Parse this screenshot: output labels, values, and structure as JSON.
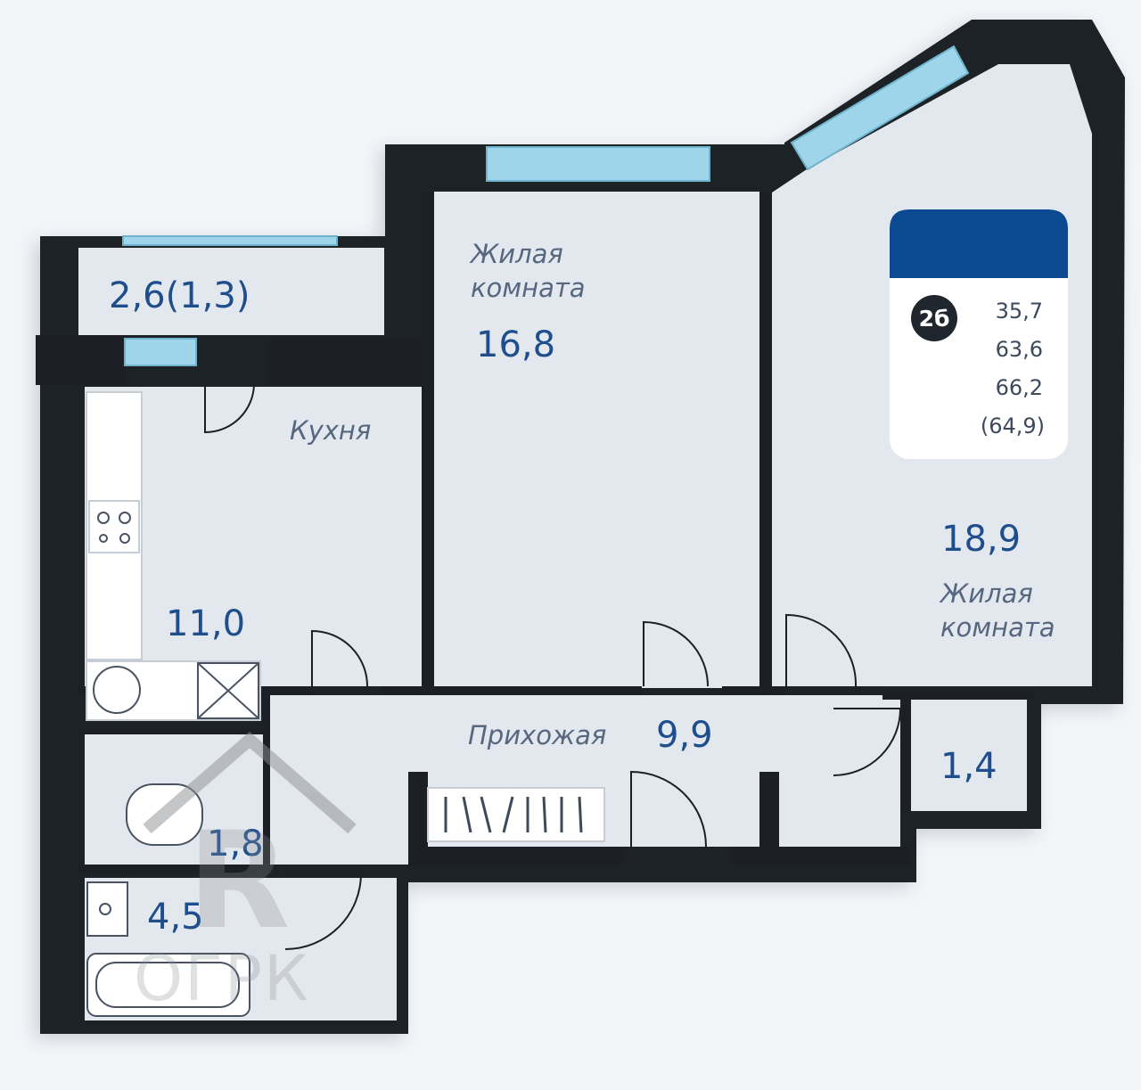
{
  "rooms": {
    "balcony_area": "2,6(1,3)",
    "kitchen_name": "Кухня",
    "kitchen_area": "11,0",
    "living1_name_line1": "Жилая",
    "living1_name_line2": "комната",
    "living1_area": "16,8",
    "living2_area": "18,9",
    "living2_name_line1": "Жилая",
    "living2_name_line2": "комната",
    "hall_name": "Прихожая",
    "hall_area": "9,9",
    "storage_area": "1,4",
    "toilet_area": "1,8",
    "bath_area": "4,5"
  },
  "legend": {
    "badge": "2б",
    "living_area": "35,7",
    "total_area": "63,6",
    "total_with_balcony": "66,2",
    "total_reduced": "(64,9)",
    "header_color": "#0b4a91"
  },
  "watermark": {
    "letter": "R",
    "text": "ОГРК"
  },
  "colors": {
    "wall": "#1c2026",
    "floor": "#e3e8ef",
    "window": "#9ed5ea",
    "area_text": "#1e4e8c"
  }
}
